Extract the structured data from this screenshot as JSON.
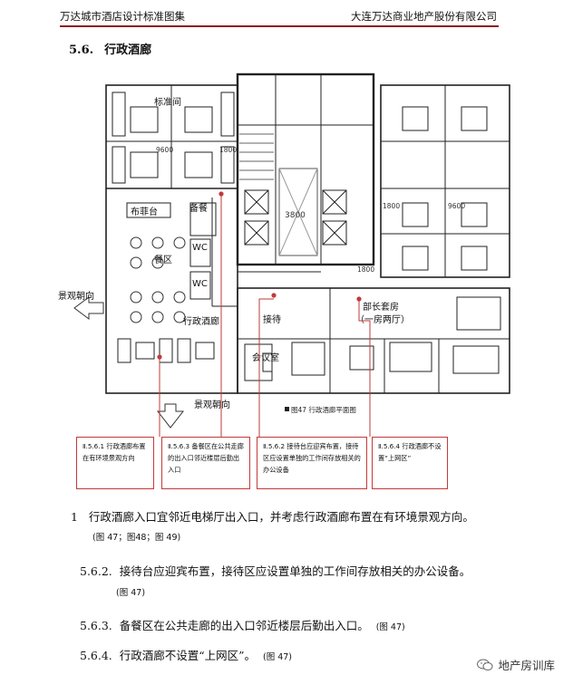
{
  "header": {
    "left": "万达城市酒店设计标准图集",
    "right": "大连万达商业地产股份有限公司"
  },
  "section": {
    "number": "5.6.",
    "title": "行政酒廊"
  },
  "plan": {
    "labels": {
      "standard_room": "标准间",
      "buffet": "布菲台",
      "pantry": "备餐",
      "dining": "餐区",
      "wc1": "WC",
      "wc2": "WC",
      "lounge": "行政酒廊",
      "reception": "接待",
      "meeting": "会议室",
      "suite": "部长套房",
      "suite_sub": "（一房两厅）",
      "view_west": "景观朝向",
      "view_south": "景观朝向",
      "dim_1800a": "1800",
      "dim_1800b": "1800",
      "dim_1800c": "1800",
      "dim_3800": "3800",
      "dim_9600a": "9600",
      "dim_9600b": "9600"
    },
    "caption": {
      "prefix": "图47",
      "text": " 行政酒廊平面图"
    }
  },
  "callouts": [
    {
      "text": "Ⅱ.5.6.1 行政酒廊布置在有环境景观方向"
    },
    {
      "text": "Ⅱ.5.6.3 备餐区在公共走廊的出入口邻近楼层后勤出入口"
    },
    {
      "text": "Ⅱ.5.6.2 接待台应迎宾布置，接待区应设置单独的工作间存放相关的办公设备"
    },
    {
      "text": "Ⅱ.5.6.4 行政酒廊不设置“上网区”"
    }
  ],
  "paragraphs": [
    {
      "num": "1",
      "text": "行政酒廊入口宜邻近电梯厅出入口，并考虑行政酒廊布置在有环境景观方向。",
      "ref": "(图 47；图48；图 49)"
    },
    {
      "num": "5.6.2.",
      "text": "接待台应迎宾布置，接待区应设置单独的工作间存放相关的办公设备。",
      "ref": "(图 47)"
    },
    {
      "num": "5.6.3.",
      "text": "备餐区在公共走廊的出入口邻近楼层后勤出入口。",
      "ref": "(图 47)"
    },
    {
      "num": "5.6.4.",
      "text": "行政酒廊不设置“上网区”。",
      "ref": "(图 47)"
    }
  ],
  "watermark": {
    "icon": "wechat-icon",
    "text": "地产房训库"
  },
  "colors": {
    "header_rule": "#8b1a1a",
    "callout_red": "#c23a3a"
  }
}
